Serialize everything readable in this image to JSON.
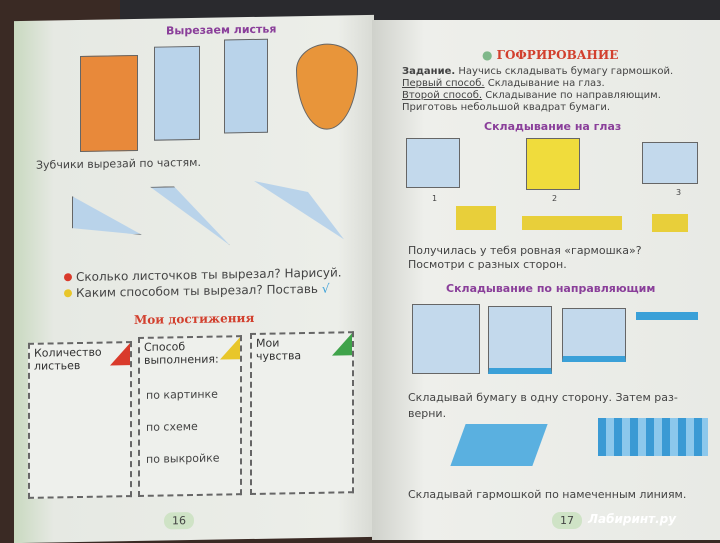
{
  "left_page": {
    "title": "Вырезаем листья",
    "caption": "Зубчики вырезай по частям.",
    "questions": [
      "Сколько листочков ты вырезал? Нарисуй.",
      "Каким способом ты вырезал? Поставь"
    ],
    "checkmark": "√",
    "achievements_title": "Мои достижения",
    "boxes": [
      {
        "title": "Количество листьев",
        "flag_color": "#d93a2b"
      },
      {
        "title": "Способ выполнения:",
        "flag_color": "#e8c62a",
        "options": [
          "по картинке",
          "по схеме",
          "по выкройке"
        ]
      },
      {
        "title": "Мои чувства",
        "flag_color": "#3fa34a"
      }
    ],
    "page_number": "16"
  },
  "right_page": {
    "title": "ГОФРИРОВАНИЕ",
    "task_label": "Задание.",
    "task_text": "Научись складывать бумагу гармошкой.",
    "way1_label": "Первый способ.",
    "way1_text": "Складывание на глаз.",
    "way2_label": "Второй способ.",
    "way2_text": "Складывание по направляющим.",
    "prepare": "Приготовь небольшой квадрат бумаги.",
    "section1": "Складывание на глаз",
    "steps": [
      "1",
      "2",
      "3"
    ],
    "question1": "Получилась у тебя ровная «гармошка»?",
    "question2": "Посмотри с разных сторон.",
    "section2": "Складывание по направляющим",
    "instr1": "Складывай бумагу в одну сторону. Затем раз-",
    "instr1b": "верни.",
    "instr2": "Складывай гармошкой по намеченным линиям.",
    "page_number": "17",
    "watermark": "Лабиринт.ру"
  }
}
